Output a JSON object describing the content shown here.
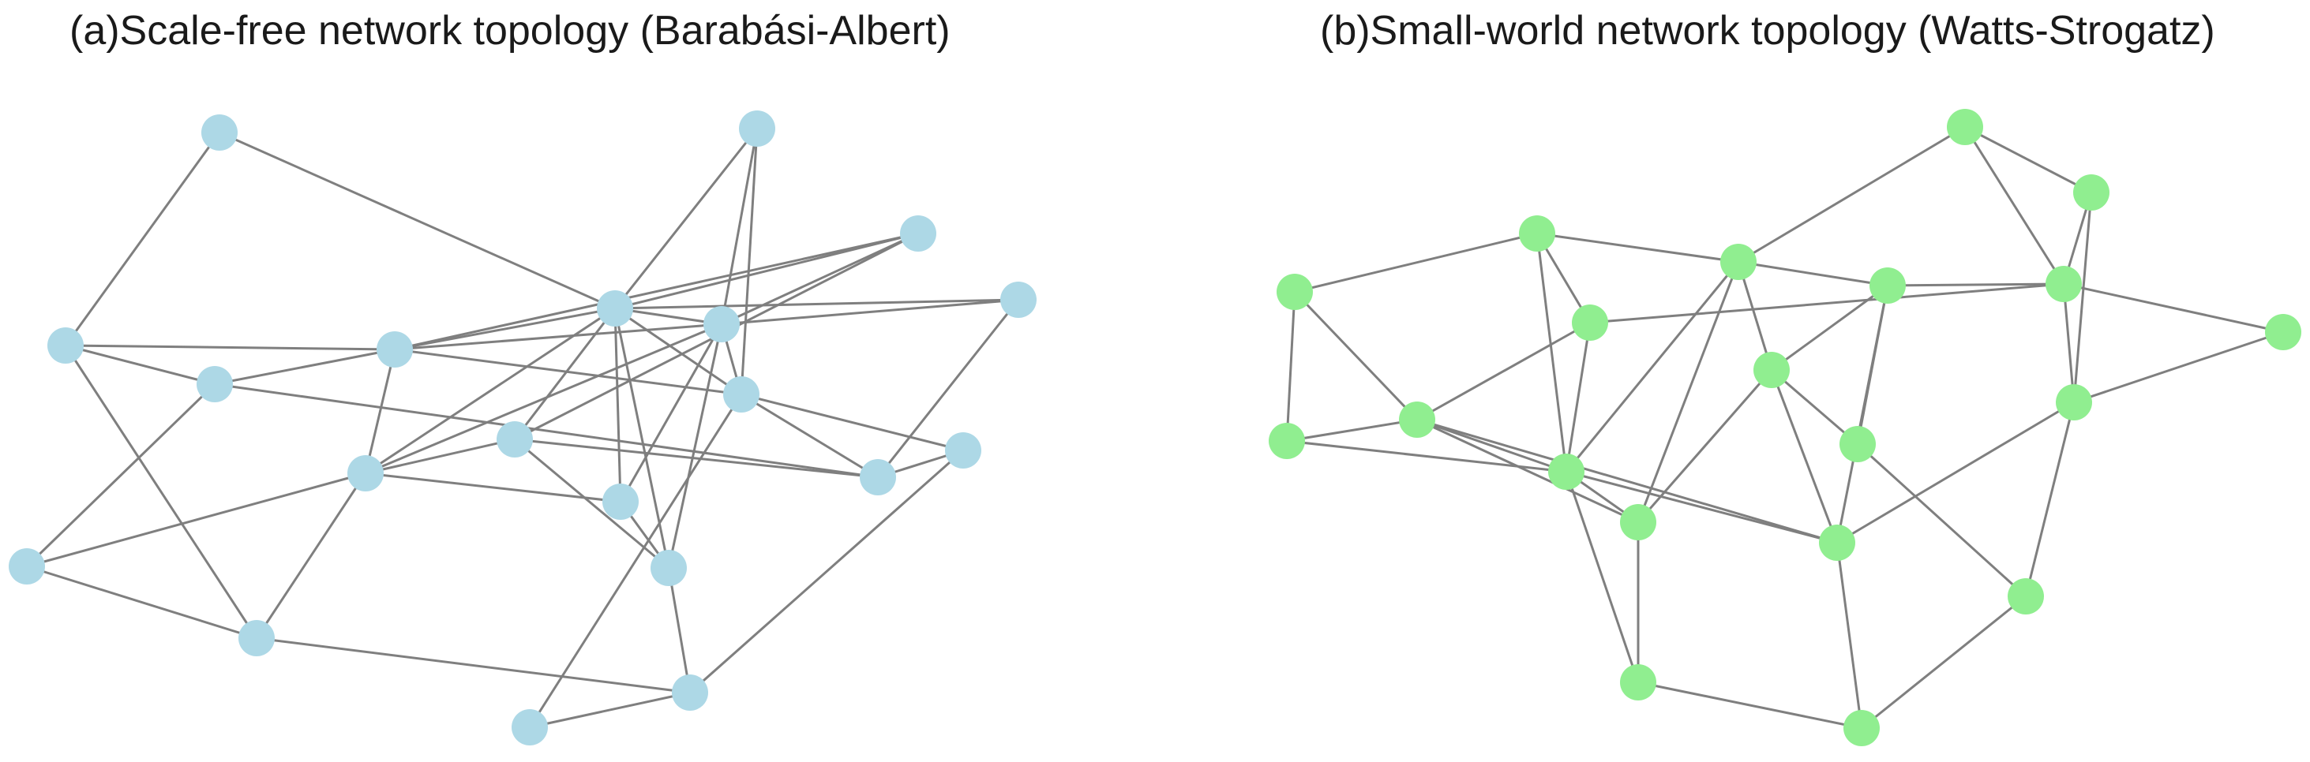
{
  "panels": [
    {
      "title": "(a)Scale-free network topology (Barabási-Albert)",
      "node_color": "#add8e6",
      "edge_color": "#808080",
      "nodes": 20
    },
    {
      "title": "(b)Small-world network topology (Watts-Strogatz)",
      "node_color": "#90ee90",
      "edge_color": "#808080",
      "nodes": 20
    }
  ]
}
